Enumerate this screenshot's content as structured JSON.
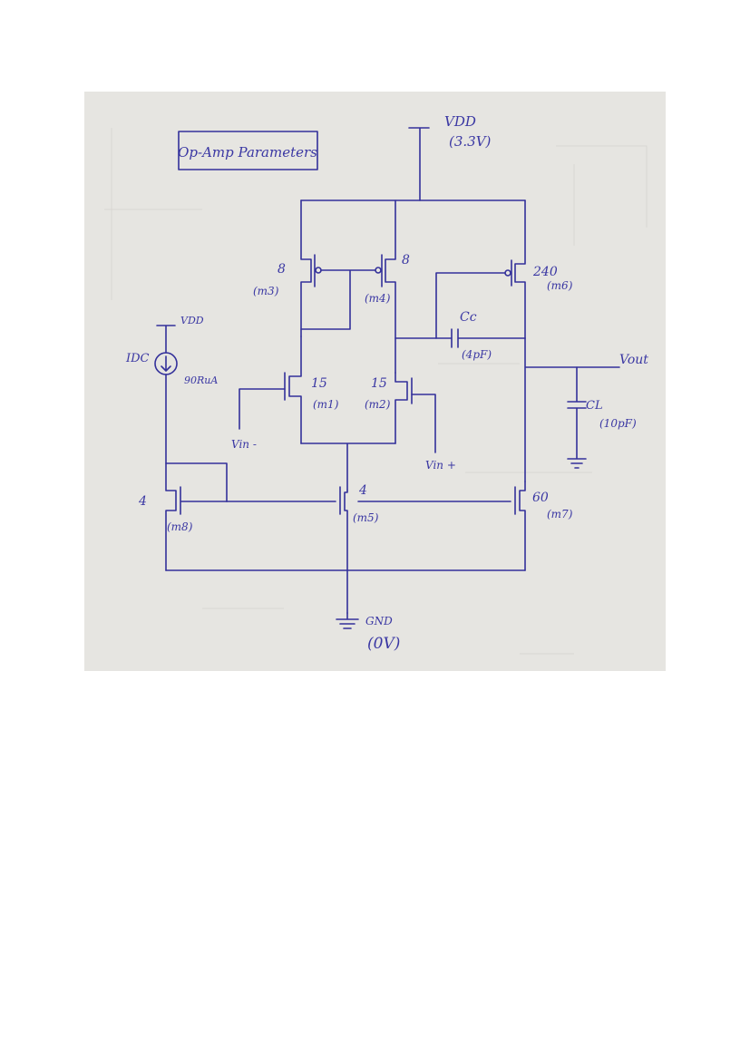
{
  "title": "Op-Amp Parameters",
  "supply": {
    "label": "VDD",
    "value": "(3.3V)"
  },
  "ground": {
    "label": "GND",
    "value": "(0V)"
  },
  "current_source": {
    "name": "IDC",
    "value": "90RuA",
    "supply": "VDD"
  },
  "inputs": {
    "neg": "Vin -",
    "pos": "Vin +"
  },
  "output": "Vout",
  "comp_cap": {
    "name": "Cc",
    "value": "(4pF)"
  },
  "load_cap": {
    "name": "CL",
    "value": "(10pF)"
  },
  "transistors": [
    {
      "name": "(m3)",
      "size": "8"
    },
    {
      "name": "(m4)",
      "size": "8"
    },
    {
      "name": "(m6)",
      "size": "240"
    },
    {
      "name": "(m1)",
      "size": "15"
    },
    {
      "name": "(m2)",
      "size": "15"
    },
    {
      "name": "(m8)",
      "size": "4"
    },
    {
      "name": "(m5)",
      "size": "4"
    },
    {
      "name": "(m7)",
      "size": "60"
    }
  ],
  "colors": {
    "paper": "#e6e5e1",
    "ink": "#33309a",
    "page": "#ffffff"
  }
}
